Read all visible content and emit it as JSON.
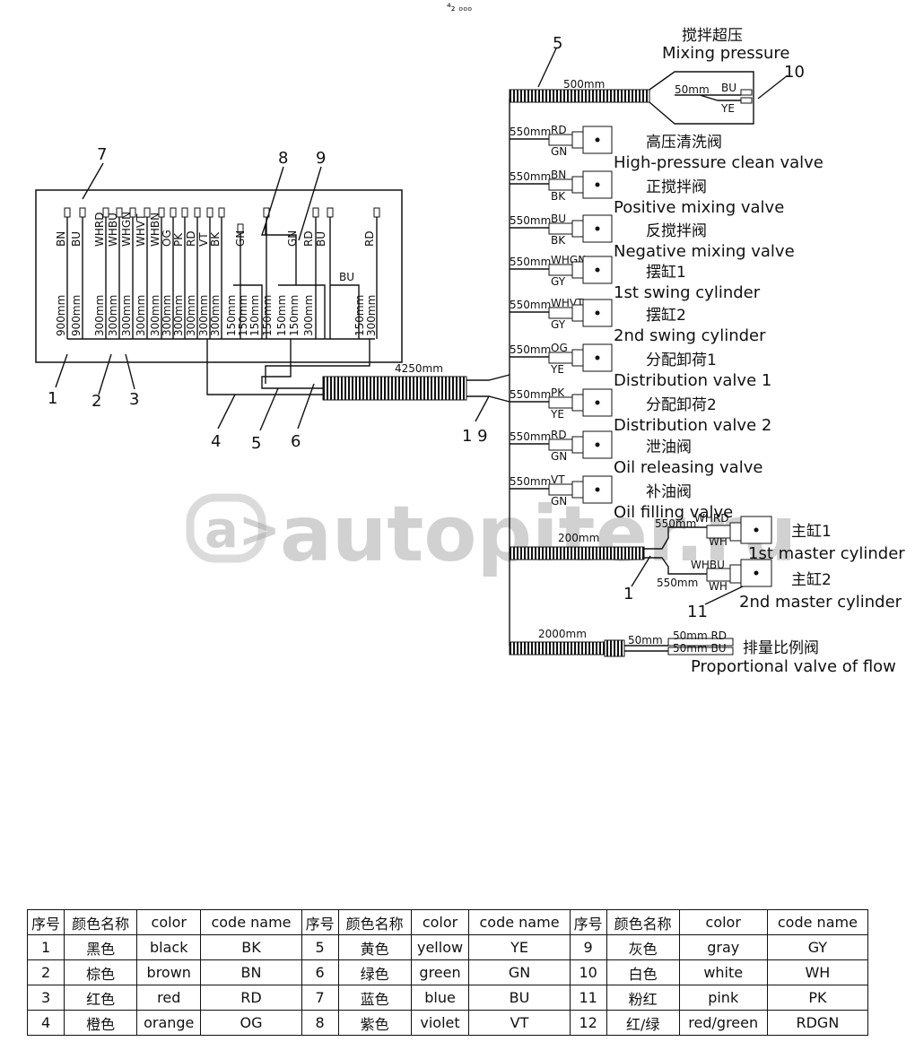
{
  "top_mark": "⁴₂ ₒₒₒ",
  "watermark": "autopiter.ru",
  "callouts": {
    "n1": "1",
    "n2": "2",
    "n3": "3",
    "n4": "4",
    "n5": "5",
    "n6": "6",
    "n7": "7",
    "n8": "8",
    "n9": "9",
    "n19": "1 9",
    "n10": "10",
    "n5b": "5",
    "n1b": "1",
    "n11": "11"
  },
  "panel": {
    "wires_top": [
      "BN",
      "BU",
      "WHRD",
      "WHBU",
      "WHGN",
      "WHVT",
      "WHBN",
      "OG",
      "PK",
      "RD",
      "VT",
      "BK",
      "GN",
      "GN",
      "RD",
      "BU",
      "RD",
      "BU"
    ],
    "lengths": [
      "900mm",
      "900mm",
      "300mm",
      "300mm",
      "300mm",
      "300mm",
      "300mm",
      "300mm",
      "300mm",
      "300mm",
      "300mm",
      "300mm",
      "150mm",
      "150mm",
      "150mm",
      "150mm",
      "150mm",
      "150mm",
      "300mm",
      "150mm",
      "300mm"
    ],
    "trunk_length": "4250mm"
  },
  "mixing": {
    "zh": "搅拌超压",
    "en": "Mixing pressure",
    "length": "500mm",
    "sub_length": "50mm",
    "w1": "BU",
    "w2": "YE"
  },
  "valves": [
    {
      "zh": "高压清洗阀",
      "en": "High-pressure clean valve",
      "len": "550mm",
      "w1": "RD",
      "w2": "GN"
    },
    {
      "zh": "正搅拌阀",
      "en": "Positive mixing valve",
      "len": "550mm",
      "w1": "BN",
      "w2": "BK"
    },
    {
      "zh": "反搅拌阀",
      "en": "Negative mixing valve",
      "len": "550mm",
      "w1": "BU",
      "w2": "BK"
    },
    {
      "zh": "摆缸1",
      "en": "1st swing cylinder",
      "len": "550mm",
      "w1": "WHGN",
      "w2": "GY"
    },
    {
      "zh": "摆缸2",
      "en": "2nd swing cylinder",
      "len": "550mm",
      "w1": "WHVT",
      "w2": "GY"
    },
    {
      "zh": "分配卸荷1",
      "en": "Distribution valve 1",
      "len": "550mm",
      "w1": "OG",
      "w2": "YE"
    },
    {
      "zh": "分配卸荷2",
      "en": "Distribution valve 2",
      "len": "550mm",
      "w1": "PK",
      "w2": "YE"
    },
    {
      "zh": "泄油阀",
      "en": "Oil releasing valve",
      "len": "550mm",
      "w1": "RD",
      "w2": "GN"
    },
    {
      "zh": "补油阀",
      "en": "Oil filling valve",
      "len": "550mm",
      "w1": "VT",
      "w2": "GN"
    }
  ],
  "master": {
    "trunk_length": "200mm",
    "c1": {
      "zh": "主缸1",
      "en": "1st master cylinder",
      "len": "550mm",
      "w1": "WHRD",
      "w2": "WH"
    },
    "c2": {
      "zh": "主缸2",
      "en": "2nd master cylinder",
      "len": "550mm",
      "w1": "WHBU",
      "w2": "WH"
    }
  },
  "prop": {
    "zh": "排量比例阀",
    "en": "Proportional valve of flow",
    "len": "2000mm",
    "len2": "50mm",
    "w1": "50mm  RD",
    "w2": "50mm  BU"
  },
  "legend": {
    "headers": [
      "序号",
      "颜色名称",
      "color",
      "code name",
      "序号",
      "颜色名称",
      "color",
      "code name",
      "序号",
      "颜色名称",
      "color",
      "code name"
    ],
    "rows": [
      [
        "1",
        "黑色",
        "black",
        "BK",
        "5",
        "黄色",
        "yellow",
        "YE",
        "9",
        "灰色",
        "gray",
        "GY"
      ],
      [
        "2",
        "棕色",
        "brown",
        "BN",
        "6",
        "绿色",
        "green",
        "GN",
        "10",
        "白色",
        "white",
        "WH"
      ],
      [
        "3",
        "红色",
        "red",
        "RD",
        "7",
        "蓝色",
        "blue",
        "BU",
        "11",
        "粉红",
        "pink",
        "PK"
      ],
      [
        "4",
        "橙色",
        "orange",
        "OG",
        "8",
        "紫色",
        "violet",
        "VT",
        "12",
        "红/绿",
        "red/green",
        "RDGN"
      ]
    ]
  }
}
